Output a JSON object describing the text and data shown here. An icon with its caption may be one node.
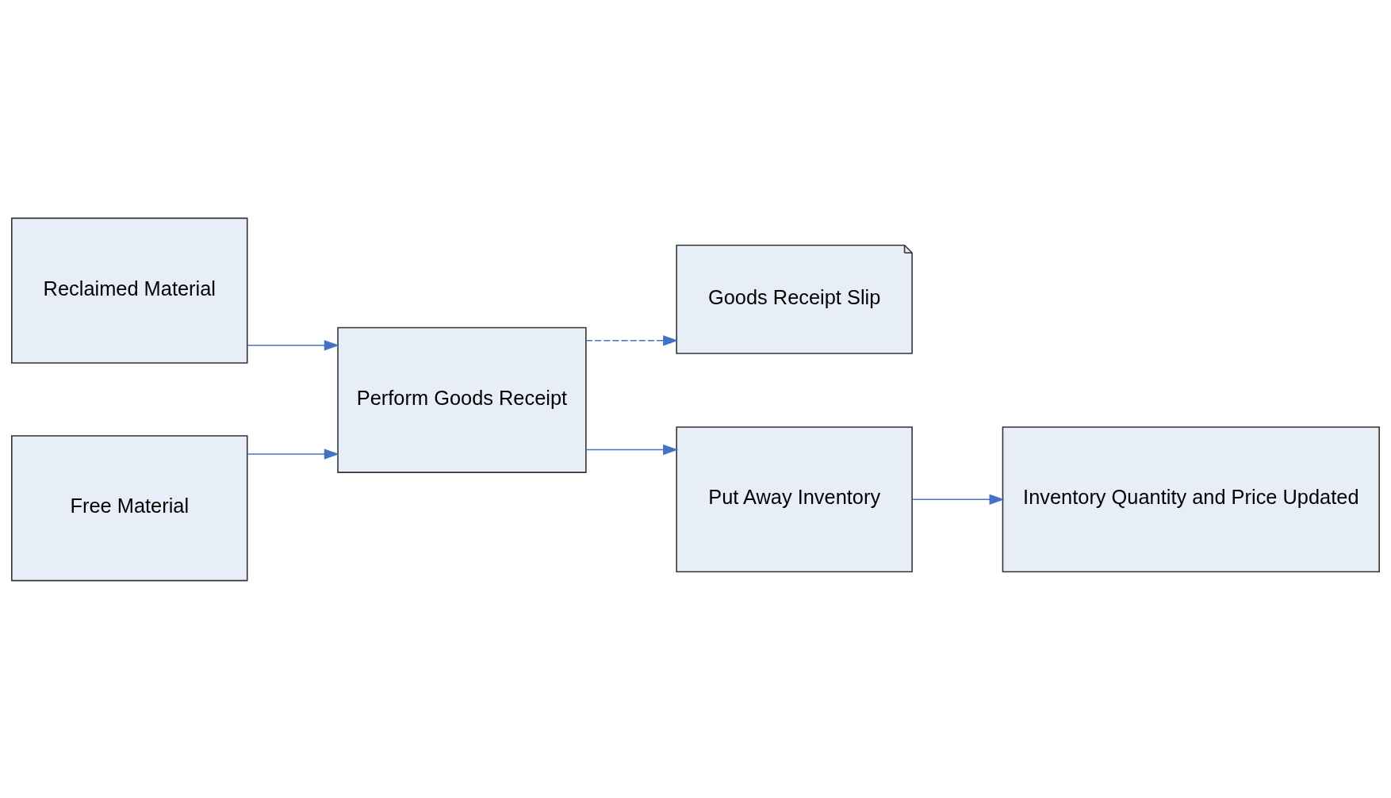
{
  "diagram": {
    "nodes": [
      {
        "text": [
          "Goods Receipt Slip"
        ]
      },
      {
        "text": [
          "Reclaimed Material"
        ]
      },
      {
        "text": [
          "Perform Goods Receipt"
        ]
      },
      {
        "text": [
          "Put Away Inventory"
        ]
      },
      {
        "text": [
          "Inventory Quantity and Price Updated"
        ]
      },
      {
        "text": [
          "Free Material"
        ]
      }
    ],
    "edges": [
      {
        "from": 2,
        "to": 0,
        "arrow": "to",
        "style": "dashed"
      },
      {
        "from": 1,
        "to": 2,
        "arrow": "to"
      },
      {
        "from": 2,
        "to": 3,
        "arrow": "to"
      },
      {
        "from": 3,
        "to": 4,
        "arrow": "to"
      },
      {
        "from": 5,
        "to": 2,
        "arrow": "to"
      }
    ]
  }
}
